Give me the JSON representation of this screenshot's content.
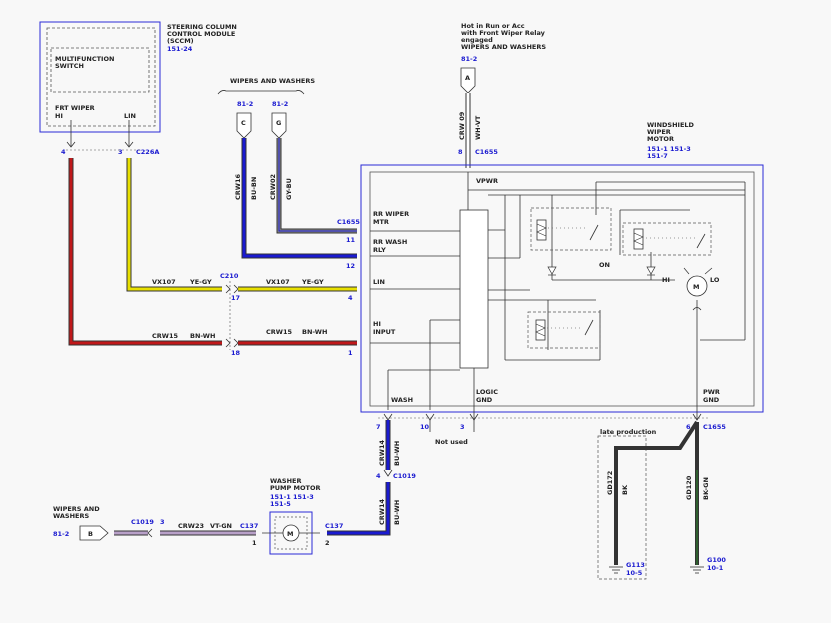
{
  "sccm": {
    "title": [
      "STEERING COLUMN",
      "CONTROL MODULE",
      "(SCCM)"
    ],
    "ref": "151-24",
    "switch_label": [
      "MULTIFUNCTION",
      "SWITCH"
    ],
    "frt_wiper": "FRT WIPER",
    "pin_hi": "HI",
    "pin_lin": "LIN",
    "pin4": "4",
    "pin3": "3",
    "connector": "C226A"
  },
  "wipers_top": {
    "title": "WIPERS AND WASHERS",
    "ref_c": "81-2",
    "ref_g": "81-2",
    "letter_c": "C",
    "letter_g": "G",
    "wire_c_circuit": "CRW16",
    "wire_c_color": "BU-BN",
    "wire_g_circuit": "CRW02",
    "wire_g_color": "GY-BU"
  },
  "hot_feed": {
    "text": [
      "Hot in Run or Acc",
      "with Front Wiper Relay",
      "engaged",
      "WIPERS AND WASHERS"
    ],
    "ref": "81-2",
    "letter": "A",
    "wire_circuit": "CRW 09",
    "wire_color": "WH-VT",
    "pin": "8",
    "connector": "C1655"
  },
  "motor_module": {
    "title": [
      "WINDSHIELD",
      "WIPER",
      "MOTOR"
    ],
    "refs": [
      "151-1",
      "151-3",
      "151-7"
    ],
    "vpwr": "VPWR",
    "rr_wiper": [
      "RR WIPER",
      "MTR"
    ],
    "rr_wash": [
      "RR WASH",
      "RLY"
    ],
    "lin": "LIN",
    "hi_input": [
      "HI",
      "INPUT"
    ],
    "wash": "WASH",
    "logic_gnd": [
      "LOGIC",
      "GND"
    ],
    "pwr_gnd": [
      "PWR",
      "GND"
    ],
    "on": "ON",
    "hi": "HI",
    "lo": "LO",
    "motor": "M",
    "connector": "C1655",
    "pin11": "11",
    "pin12": "12",
    "pin4": "4",
    "pin1": "1",
    "pin7": "7",
    "pin10": "10",
    "pin3": "3",
    "pin6": "6",
    "pin6_connector": "C1655",
    "not_used": "Not used"
  },
  "lin_wire": {
    "left_circuit": "VX107",
    "left_color": "YE-GY",
    "right_circuit": "VX107",
    "right_color": "YE-GY",
    "connector": "C210",
    "pin17": "17"
  },
  "hi_wire": {
    "left_circuit": "CRW15",
    "left_color": "BN-WH",
    "right_circuit": "CRW15",
    "right_color": "BN-WH",
    "pin18": "18"
  },
  "wash_wire": {
    "upper_circuit": "CRW14",
    "upper_color": "BU-WH",
    "c1019_pin": "4",
    "c1019": "C1019",
    "lower_circuit": "CRW14",
    "lower_color": "BU-WH"
  },
  "pump": {
    "title": [
      "WASHER",
      "PUMP MOTOR"
    ],
    "refs": [
      "151-1",
      "151-3",
      "151-5"
    ],
    "motor": "M",
    "conn_left": "C137",
    "conn_right": "C137",
    "pin1": "1",
    "pin2": "2"
  },
  "washers_left": {
    "title": [
      "WIPERS AND",
      "WASHERS"
    ],
    "ref": "81-2",
    "letter": "B",
    "conn": "C1019",
    "pin": "3",
    "circuit": "CRW23",
    "color": "VT-GN"
  },
  "grounds": {
    "late": "late production",
    "g113_circuit": "GD172",
    "g113_color": "BK",
    "g113": "G113",
    "g113_ref": "10-5",
    "g100_circuit": "GD120",
    "g100_color": "BK-GN",
    "g100": "G100",
    "g100_ref": "10-1"
  },
  "colors": {
    "red": "#c0181a",
    "yellow": "#e8e000",
    "blue": "#1a1ad0",
    "gray": "#8a8a8a",
    "label_blue": "#1a1ad0"
  }
}
